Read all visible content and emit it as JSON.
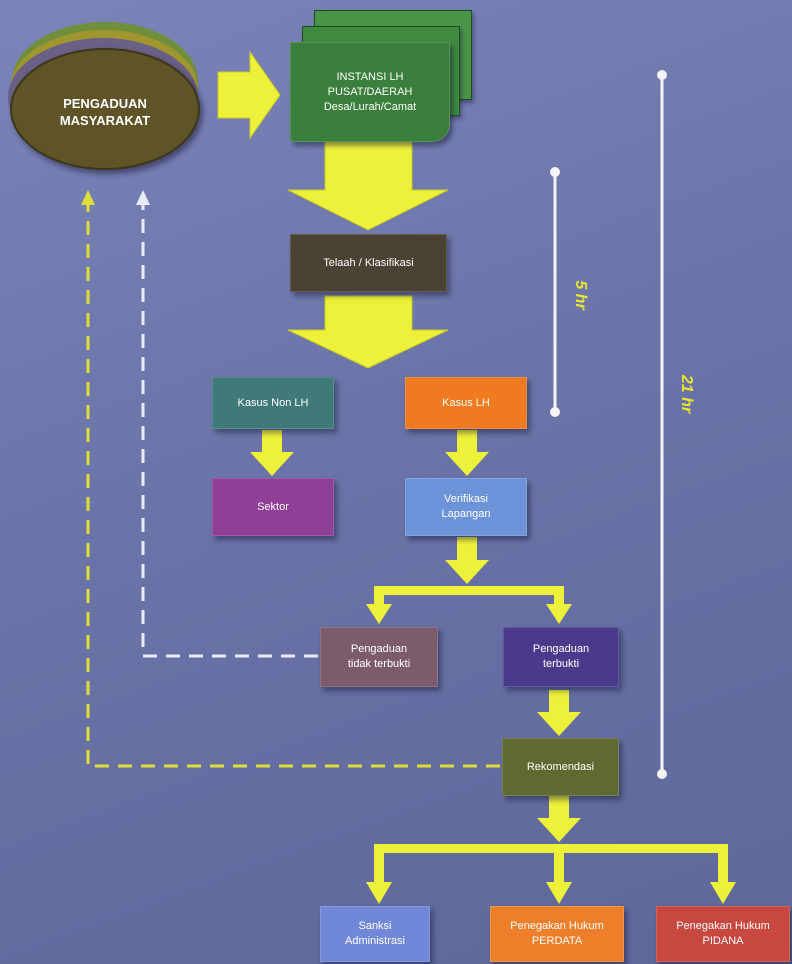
{
  "colors": {
    "arrow_yellow": "#eef13a",
    "timeline_white": "#f4f4f4",
    "return_white_dash": "#e8ecf7",
    "return_yellow_dash": "#dede3a",
    "duration_text": "#e9e62f"
  },
  "nodes": {
    "pengaduan_masyarakat": {
      "label": "PENGADUAN\nMASYARAKAT",
      "color": "#5e5428"
    },
    "instansi_lh": {
      "label": "INSTANSI LH\nPUSAT/DAERAH\nDesa/Lurah/Camat",
      "color": "#3b7f3c"
    },
    "telaah": {
      "label": "Telaah / Klasifikasi",
      "color": "#4a4232"
    },
    "kasus_non_lh": {
      "label": "Kasus Non LH",
      "color": "#3f7a78"
    },
    "kasus_lh": {
      "label": "Kasus LH",
      "color": "#ef7a1f"
    },
    "sektor": {
      "label": "Sektor",
      "color": "#8f3f95"
    },
    "verifikasi": {
      "label": "Verifikasi\nLapangan",
      "color": "#6c93da"
    },
    "tidak_terbukti": {
      "label": "Pengaduan\ntidak terbukti",
      "color": "#7c5b6d"
    },
    "terbukti": {
      "label": "Pengaduan\nterbukti",
      "color": "#4b3a8c"
    },
    "rekomendasi": {
      "label": "Rekomendasi",
      "color": "#5f6a33"
    },
    "sanksi": {
      "label": "Sanksi\nAdministrasi",
      "color": "#7187d8"
    },
    "perdata": {
      "label": "Penegakan Hukum\nPERDATA",
      "color": "#ee7f2a"
    },
    "pidana": {
      "label": "Penegakan Hukum\nPIDANA",
      "color": "#c8473e"
    }
  },
  "durations": {
    "short": "5 hr",
    "long": "21 hr"
  }
}
